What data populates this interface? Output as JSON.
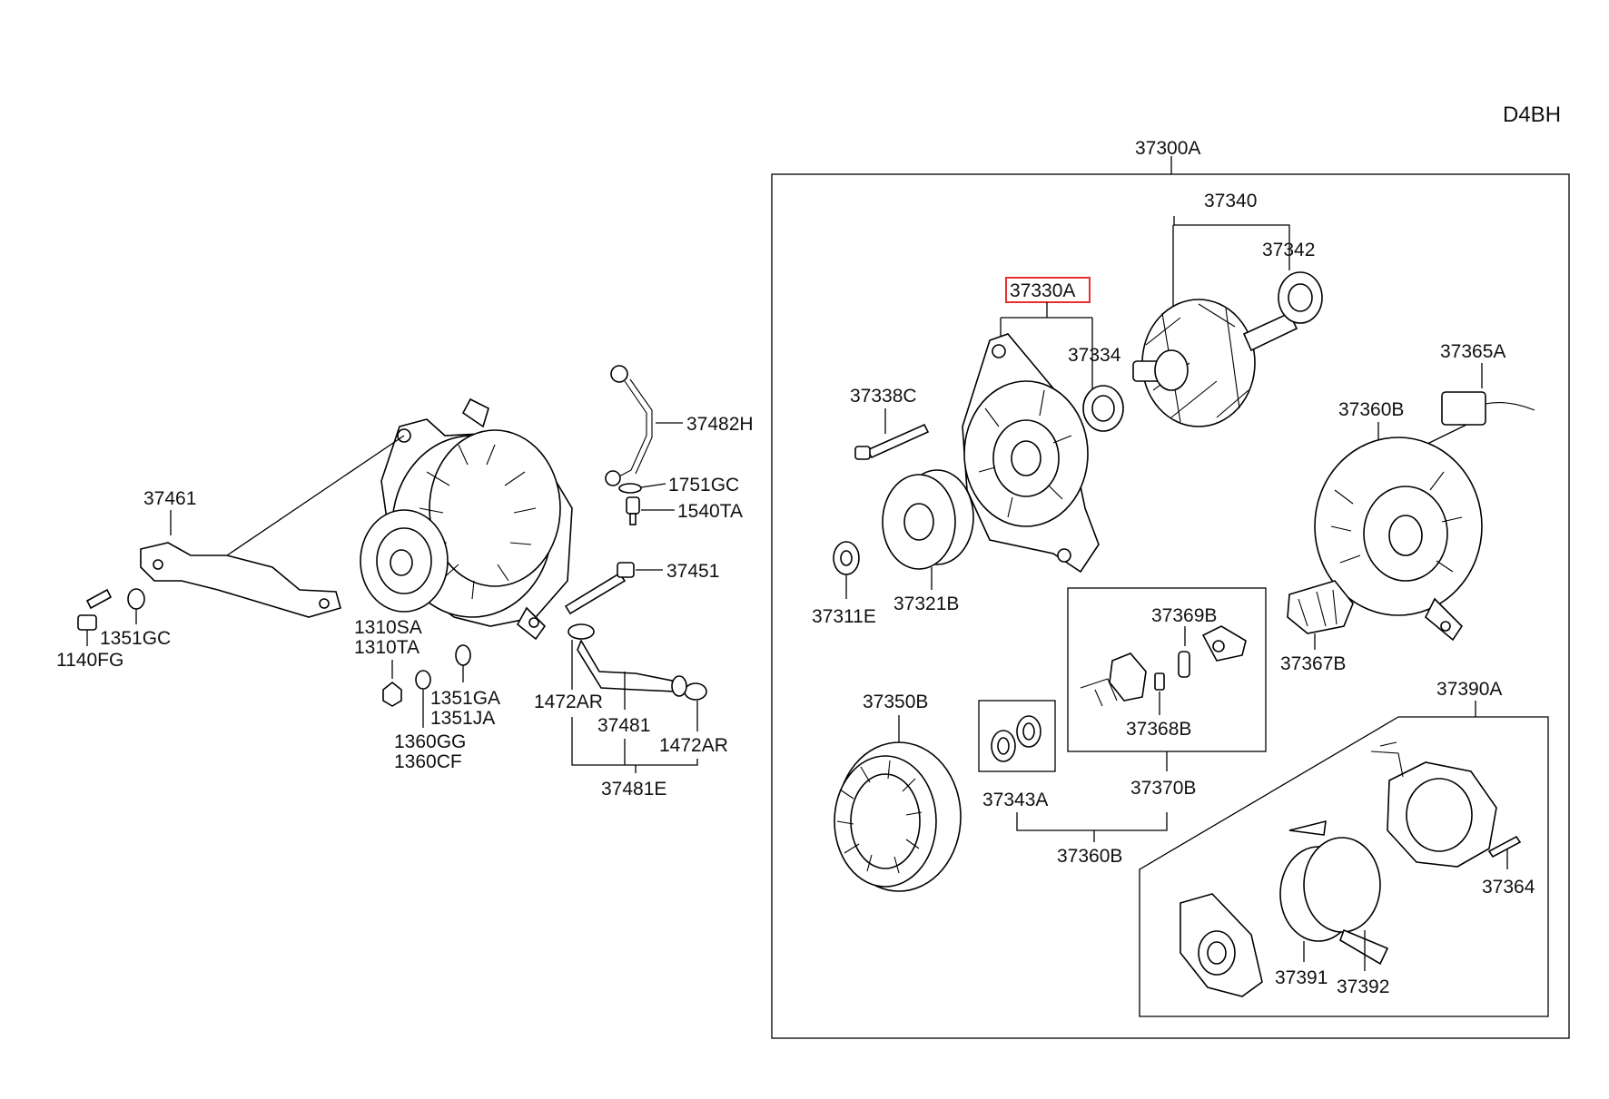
{
  "header": {
    "engine_code": "D4BH"
  },
  "labels": {
    "p37300A": "37300A",
    "p37340": "37340",
    "p37342": "37342",
    "p37330A": "37330A",
    "p37334": "37334",
    "p37365A": "37365A",
    "p37338C": "37338C",
    "p37360B_top": "37360B",
    "p37321B": "37321B",
    "p37311E": "37311E",
    "p37369B": "37369B",
    "p37367B": "37367B",
    "p37368B": "37368B",
    "p37350B": "37350B",
    "p37343A": "37343A",
    "p37370B": "37370B",
    "p37360B_bot": "37360B",
    "p37390A": "37390A",
    "p37364": "37364",
    "p37391": "37391",
    "p37392": "37392",
    "p37482H": "37482H",
    "p1751GC": "1751GC",
    "p1540TA": "1540TA",
    "p37461": "37461",
    "p37451": "37451",
    "p1351GC": "1351GC",
    "p1140FG": "1140FG",
    "p1310SA": "1310SA",
    "p1310TA": "1310TA",
    "p1351GA": "1351GA",
    "p1351JA": "1351JA",
    "p1360GG": "1360GG",
    "p1360CF": "1360CF",
    "p1472AR_l": "1472AR",
    "p37481": "37481",
    "p1472AR_r": "1472AR",
    "p37481E": "37481E"
  },
  "highlight": {
    "part": "37330A",
    "color": "#e53030"
  },
  "colors": {
    "line": "#000000",
    "text": "#111111",
    "background": "#ffffff"
  }
}
